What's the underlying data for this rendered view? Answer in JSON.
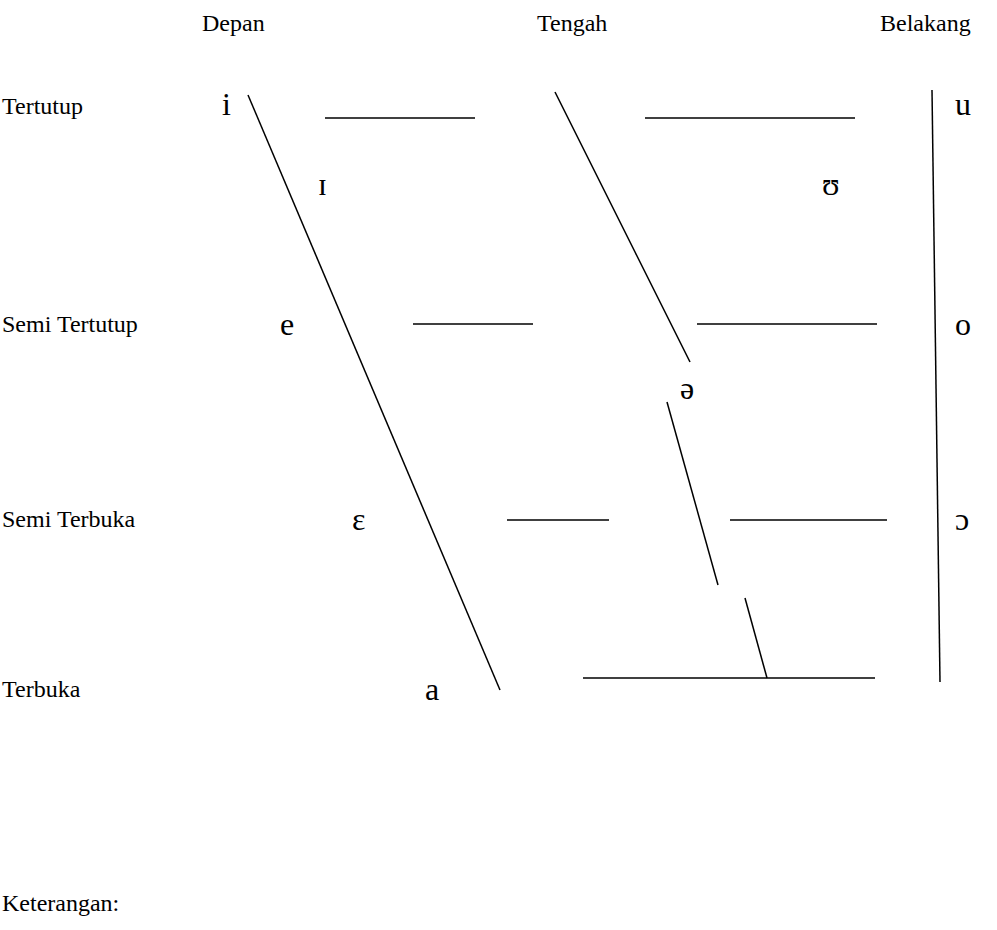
{
  "diagram": {
    "labels": [
      "Depan",
      "Tengah",
      "Belakang",
      "Tertutup",
      "i",
      "u",
      "ɪ",
      "ʊ",
      "Semi Tertutup",
      "e",
      "o",
      "ə",
      "Semi Terbuka",
      "ε",
      "ɔ",
      "Terbuka",
      "a",
      "Keterangan:"
    ]
  }
}
